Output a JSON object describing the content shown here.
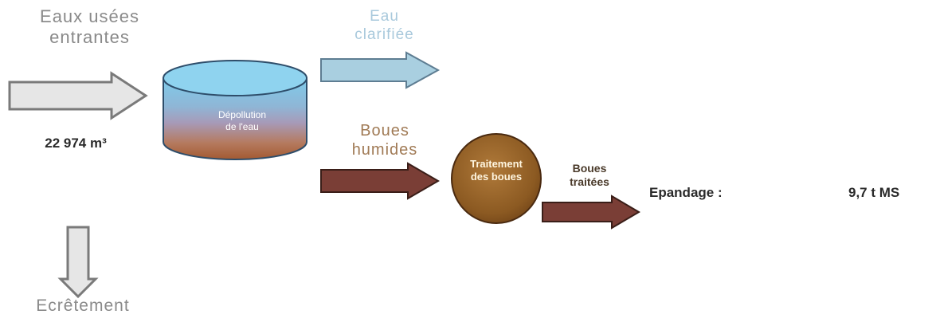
{
  "nodes": {
    "incoming": {
      "line1": "Eaux usées",
      "line2": "entrantes"
    },
    "volume": "22 974 m³",
    "tank": {
      "line1": "Dépollution",
      "line2": "de l'eau"
    },
    "clarified": {
      "line1": "Eau",
      "line2": "clarifiée"
    },
    "wet_sludge": {
      "line1": "Boues",
      "line2": "humides"
    },
    "treatment": {
      "line1": "Traitement",
      "line2": "des boues"
    },
    "treated_sludge": {
      "line1": "Boues",
      "line2": "traitées"
    },
    "spreading": "Epandage :",
    "spreading_value": "9,7 t MS",
    "overflow": "Ecrêtement"
  },
  "colors": {
    "arrow_grey_fill": "#e6e6e6",
    "arrow_grey_stroke": "#7a7a7a",
    "arrow_blue_fill": "#a9cfe0",
    "arrow_sludge_fill": "#7a3e36",
    "tank_top": "#8fd3ef",
    "treatment_fill": "#9a6a2e"
  }
}
